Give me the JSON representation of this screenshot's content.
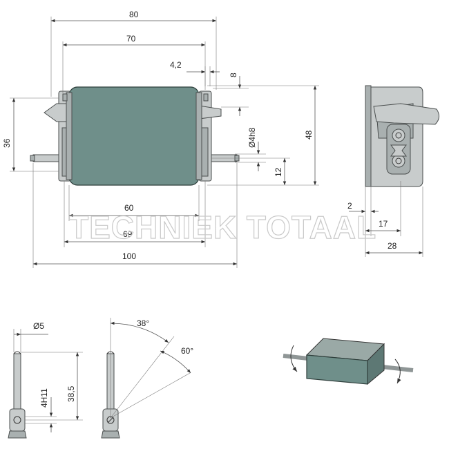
{
  "dimensions": {
    "front": {
      "width_80": "80",
      "width_70": "70",
      "offset_4_2": "4,2",
      "height_8": "8",
      "height_36": "36",
      "height_48": "48",
      "dia_4h8": "Ø4h8",
      "height_12": "12",
      "width_60": "60",
      "width_69": "69",
      "width_100": "100"
    },
    "side": {
      "offset_2": "2",
      "depth_17": "17",
      "depth_28": "28"
    },
    "pin": {
      "dia_5": "Ø5",
      "bore_4h11": "4H11",
      "length_38_5": "38,5"
    },
    "angle": {
      "angle_38": "38°",
      "angle_60": "60°"
    }
  },
  "watermark": "TECHNIEK TOTAAL",
  "colors": {
    "body": "#6f8f8a",
    "light_metal": "#c8cccc",
    "lines": "#555555"
  }
}
